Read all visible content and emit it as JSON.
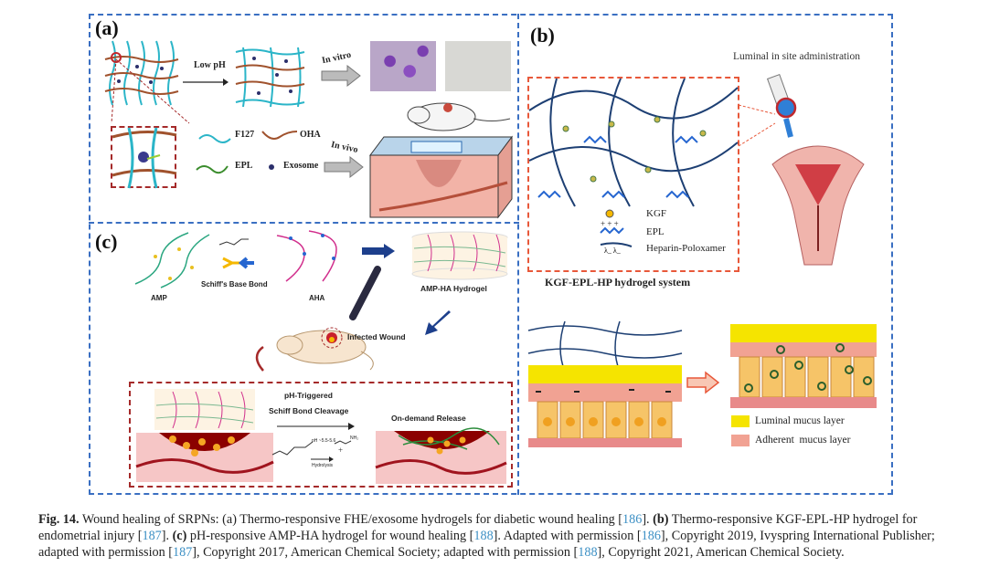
{
  "figure": {
    "panels": {
      "a": {
        "label": "(a)",
        "arrow_low_ph": "Low pH",
        "arrow_in_vitro": "In vitro",
        "arrow_in_vivo": "In vivo",
        "legend": [
          {
            "icon": "cyan-wave",
            "label": "F127"
          },
          {
            "icon": "brown-chain",
            "label": "OHA"
          },
          {
            "icon": "green-chain",
            "label": "EPL"
          },
          {
            "icon": "dark-dot",
            "label": "Exosome"
          }
        ]
      },
      "b": {
        "label": "(b)",
        "administration_label": "Luminal in site administration",
        "system_title": "KGF-EPL-HP hydrogel system",
        "legend": [
          {
            "icon": "yellow-circle",
            "label": "KGF"
          },
          {
            "icon": "blue-charged-chain",
            "label": "EPL"
          },
          {
            "icon": "navy-chain",
            "label": "Heparin-Poloxamer"
          }
        ],
        "layer_legend": [
          {
            "color": "#f5e400",
            "label": "Luminal mucus layer"
          },
          {
            "color": "#f1a293",
            "label": "Adherent  mucus layer"
          }
        ]
      },
      "c": {
        "label": "(c)",
        "amp": "AMP",
        "schiff": "Schiff's Base Bond",
        "aha": "AHA",
        "hydrogel": "AMP-HA Hydrogel",
        "wound": "Infected Wound",
        "trigger_line1": "pH-Triggered",
        "trigger_line2": "Schiff Bond Cleavage",
        "release": "On-demand Release",
        "ph_condition": "pH ~5.5-5.6",
        "hydrolysis": "Hydrolysis",
        "nh2": "NH₂"
      }
    },
    "caption": {
      "fig_label": "Fig. 14.",
      "t1": " Wound healing of SRPNs: (a) Thermo-responsive FHE/exosome hydrogels for diabetic wound healing [",
      "r186a": "186",
      "t2": "]. ",
      "b_label": "(b)",
      "t3": " Thermo-responsive KGF-EPL-HP hydrogel for endometrial injury [",
      "r187a": "187",
      "t4": "]. ",
      "c_label": "(c)",
      "t5": " pH-responsive AMP-HA hydrogel for wound healing [",
      "r188a": "188",
      "t6": "]. Adapted with permission [",
      "r186b": "186",
      "t7": "], Copyright 2019, Ivyspring International Publisher; adapted with permission [",
      "r187b": "187",
      "t8": "], Copyright 2017, American Chemical Society; adapted with permission [",
      "r188b": "188",
      "t9": "], Copyright 2021, American Chemical Society."
    }
  }
}
